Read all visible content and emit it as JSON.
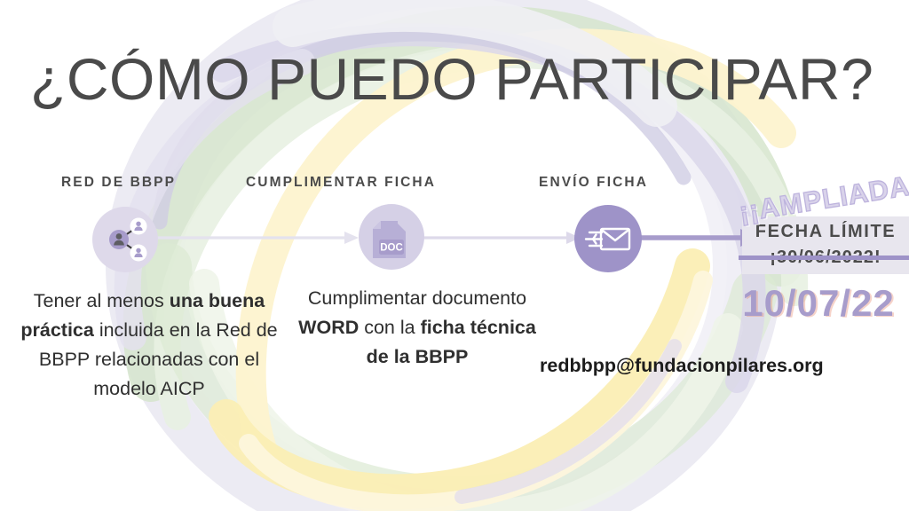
{
  "slide": {
    "title": "¿CÓMO PUEDO PARTICIPAR?",
    "background_colors": {
      "page": "#ffffff",
      "swirl_green": "#cfe0c6",
      "swirl_yellow": "#fbefc0",
      "swirl_lavender": "#d8d5e8",
      "swirl_grey": "#ececf2"
    }
  },
  "steps": [
    {
      "label": "RED DE BBPP",
      "icon": "network-people-icon",
      "circle_color": "#ded9ea",
      "text_html": "Tener al menos <b>una buena práctica</b> incluida en la Red de BBPP relacionadas con el modelo AICP",
      "text_plain": "Tener al menos una buena práctica incluida en la Red de BBPP relacionadas con el modelo AICP"
    },
    {
      "label": "CUMPLIMENTAR FICHA",
      "icon": "doc-file-icon",
      "circle_color": "#d5d0e6",
      "text_html": "Cumplimentar documento <b>WORD</b> con la <b>ficha técnica de la BBPP</b>",
      "text_plain": "Cumplimentar documento WORD con la ficha técnica de la BBPP"
    },
    {
      "label": "ENVÍO FICHA",
      "icon": "envelope-send-icon",
      "circle_color": "#9e93c8",
      "text_html": "redbbpp@fundacionpilares.org",
      "text_plain": "redbbpp@fundacionpilares.org"
    }
  ],
  "doc_icon_label": "DOC",
  "email": "redbbpp@fundacionpilares.org",
  "deadline": {
    "banner": "¡¡AMPLIADA!!",
    "title": "FECHA LÍMITE",
    "old_date": "¡30/06/2022!",
    "old_date_struck": true,
    "new_date": "10/07/22",
    "box_color": "#e8e6ee",
    "accent_color": "#9e93c8",
    "new_date_color": "#a79ccb"
  },
  "arrows": [
    {
      "name": "arrow-step1-to-step2",
      "color": "#e4e2ee",
      "weight": "thin"
    },
    {
      "name": "arrow-step2-to-step3",
      "color": "#ddd9ea",
      "weight": "thin"
    },
    {
      "name": "arrow-step3-to-deadline",
      "color": "#a79ccb",
      "weight": "thick"
    }
  ]
}
